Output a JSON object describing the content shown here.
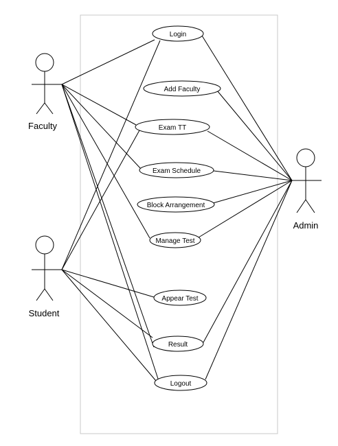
{
  "actors": {
    "faculty": "Faculty",
    "student": "Student",
    "admin": "Admin"
  },
  "use_cases": {
    "login": "Login",
    "add_faculty": "Add Faculty",
    "exam_tt": "Exam TT",
    "exam_schedule": "Exam Schedule",
    "block_arrangement": "Block Arrangement",
    "manage_test": "Manage Test",
    "appear_test": "Appear Test",
    "result": "Result",
    "logout": "Logout"
  },
  "associations": [
    [
      "faculty",
      "login"
    ],
    [
      "faculty",
      "exam_tt"
    ],
    [
      "faculty",
      "exam_schedule"
    ],
    [
      "faculty",
      "manage_test"
    ],
    [
      "faculty",
      "result"
    ],
    [
      "faculty",
      "logout"
    ],
    [
      "student",
      "login"
    ],
    [
      "student",
      "exam_tt"
    ],
    [
      "student",
      "appear_test"
    ],
    [
      "student",
      "result"
    ],
    [
      "student",
      "logout"
    ],
    [
      "admin",
      "login"
    ],
    [
      "admin",
      "add_faculty"
    ],
    [
      "admin",
      "exam_tt"
    ],
    [
      "admin",
      "exam_schedule"
    ],
    [
      "admin",
      "block_arrangement"
    ],
    [
      "admin",
      "manage_test"
    ],
    [
      "admin",
      "result"
    ],
    [
      "admin",
      "logout"
    ]
  ]
}
